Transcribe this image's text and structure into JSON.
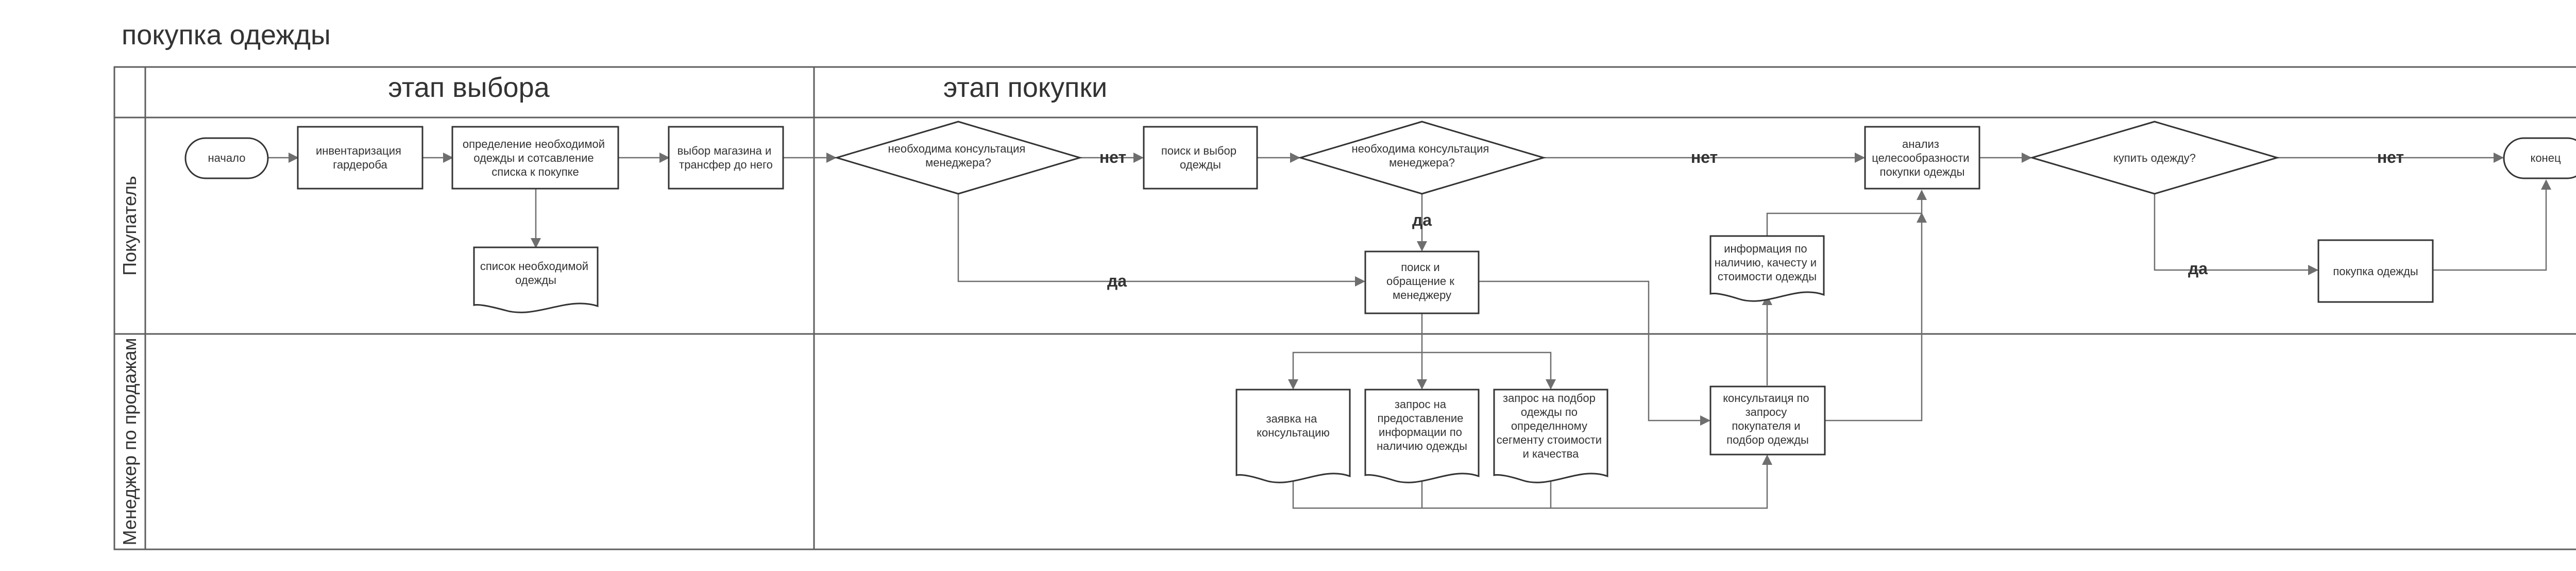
{
  "title": "покупка одежды",
  "phases": {
    "selection": "этап выбора",
    "purchase": "этап покупки"
  },
  "lanes": {
    "buyer": "Покупатель",
    "manager": "Менеджер по продажам"
  },
  "nodes": {
    "start": [
      "начало"
    ],
    "inventory": [
      "инвентаризация",
      "гардероба"
    ],
    "define_needs": [
      "определение необходимой",
      "одежды и сотсавление",
      "списка к покупке"
    ],
    "needs_list": [
      "список необходимой",
      "одежды"
    ],
    "store_choice": [
      "выбор магазина  и",
      "трансфер до него"
    ],
    "need_consult_1": [
      "необходима консультация",
      "менеджера?"
    ],
    "search_choose": [
      "поиск и выбор",
      "одежды"
    ],
    "need_consult_2": [
      "необходима консультация",
      "менеджера?"
    ],
    "search_contact": [
      "поиск и",
      "обращение к",
      "менеджеру"
    ],
    "info_doc": [
      "информация по",
      "наличию, качесту и",
      "стоимости одежды"
    ],
    "analysis": [
      "анализ",
      "целесообразности",
      "покупки одежды"
    ],
    "buy_decision": [
      "купить одежду?"
    ],
    "purchase": [
      "покупка одежды"
    ],
    "end": [
      "конец"
    ],
    "consult_request": [
      "заявка на",
      "консультацию"
    ],
    "info_request": [
      "запрос на",
      "предоставление",
      "информации по",
      "наличию одежды"
    ],
    "selection_request": [
      "запрос на подбор",
      "одежды по",
      "определнному",
      "сегменту стоимости",
      "и качества"
    ],
    "consultation": [
      "консультаиця по",
      "запросу",
      "покупателя и",
      "подбор одежды"
    ]
  },
  "edge_labels": {
    "consult1_no": "нет",
    "consult1_yes": "да",
    "consult2_no": "нет",
    "consult2_yes": "да",
    "buy_no": "нет",
    "buy_yes": "да"
  }
}
